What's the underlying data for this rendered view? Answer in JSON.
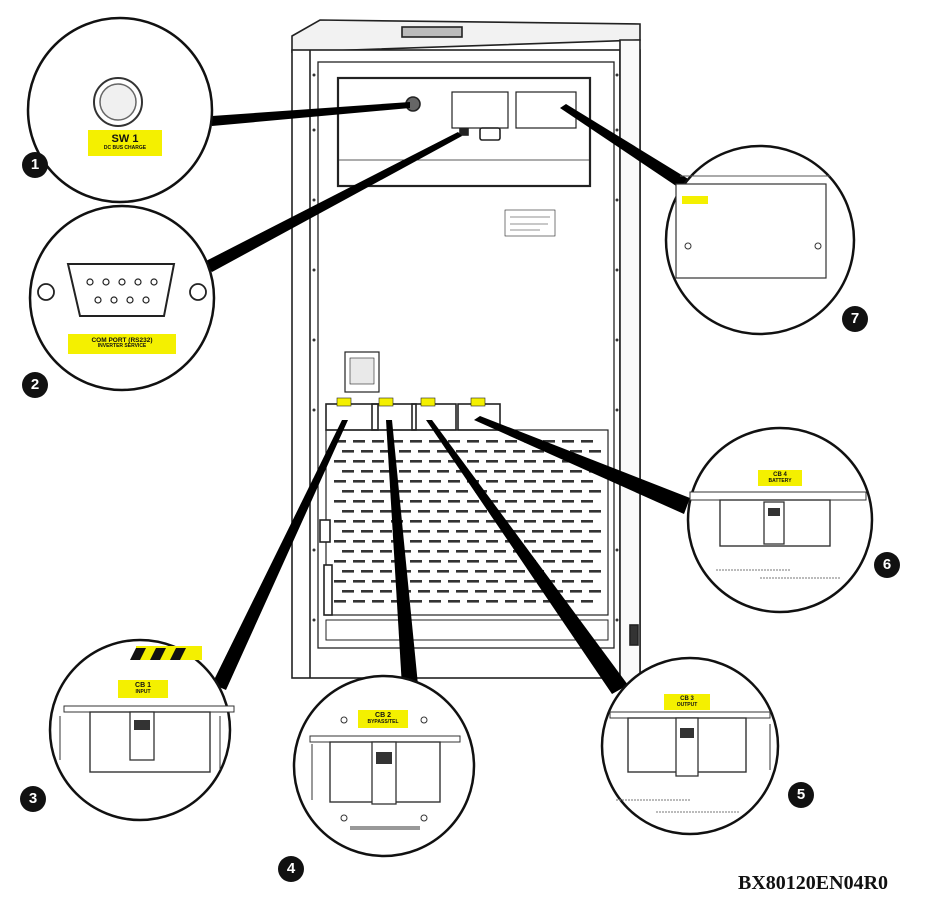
{
  "callouts": [
    {
      "number": "1",
      "label": "SW 1",
      "sublabel": "DC BUS CHARGE"
    },
    {
      "number": "2",
      "label": "COM PORT (RS232)",
      "sublabel": "INVERTER SERVICE"
    },
    {
      "number": "3",
      "label": "CB 1",
      "sublabel": "INPUT"
    },
    {
      "number": "4",
      "label": "CB 2",
      "sublabel": "BYPASS/TEL"
    },
    {
      "number": "5",
      "label": "CB 3",
      "sublabel": "OUTPUT"
    },
    {
      "number": "6",
      "label": "CB 4",
      "sublabel": "BATTERY"
    },
    {
      "number": "7",
      "label": "",
      "sublabel": ""
    }
  ],
  "figure_code": "BX80120EN04R0",
  "colors": {
    "label_yellow": "#f4f000",
    "ink": "#111111",
    "cabinet_line": "#222222"
  }
}
